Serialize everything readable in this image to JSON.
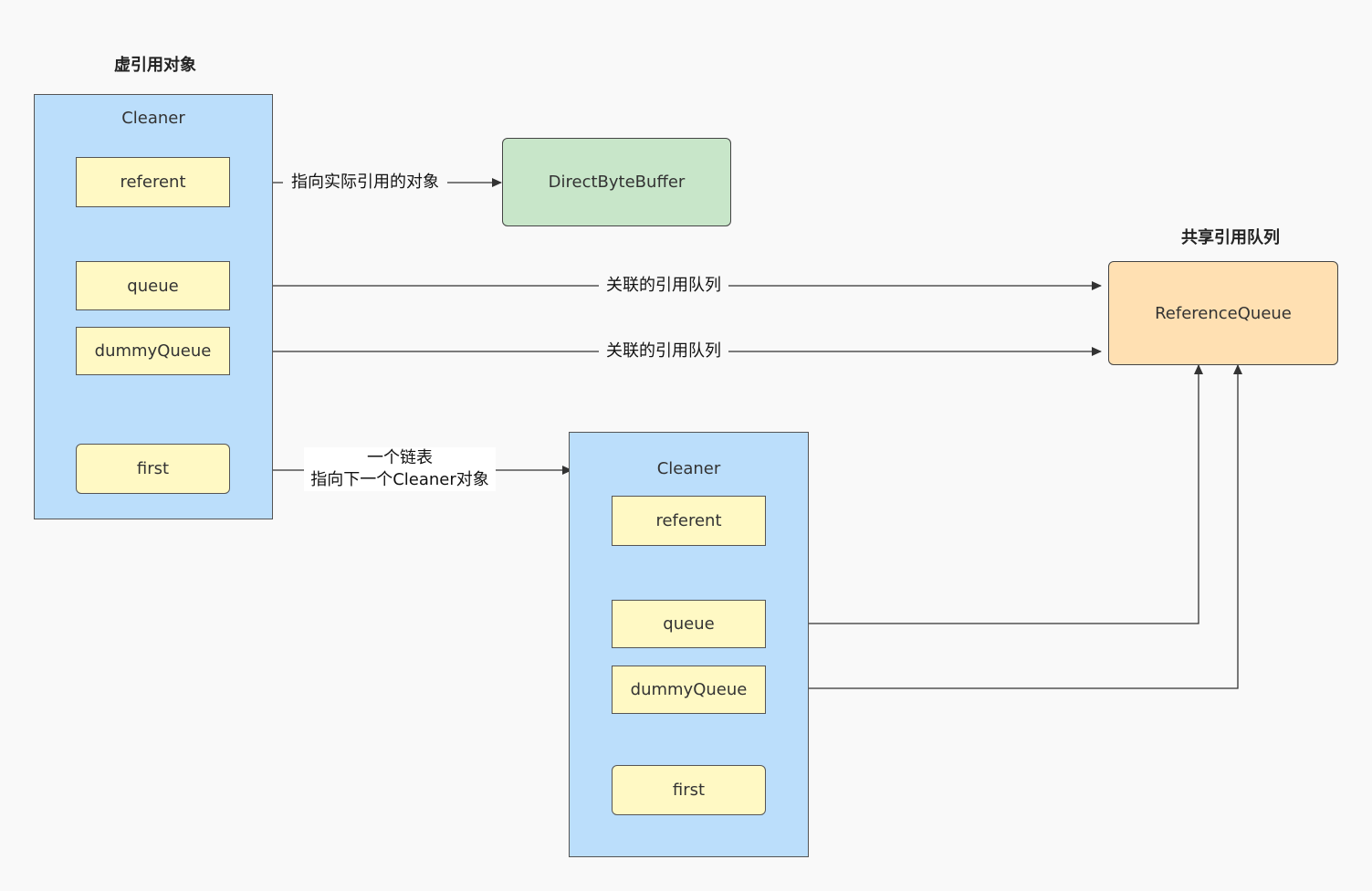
{
  "labels": {
    "phantom_ref": "虚引用对象",
    "shared_queue": "共享引用队列"
  },
  "cleaner1": {
    "title": "Cleaner",
    "fields": [
      "referent",
      "queue",
      "dummyQueue",
      "first"
    ]
  },
  "cleaner2": {
    "title": "Cleaner",
    "fields": [
      "referent",
      "queue",
      "dummyQueue",
      "first"
    ]
  },
  "nodes": {
    "direct_byte_buffer": "DirectByteBuffer",
    "reference_queue": "ReferenceQueue"
  },
  "edges": {
    "referent_label": "指向实际引用的对象",
    "queue_label": "关联的引用队列",
    "dummy_queue_label": "关联的引用队列",
    "first_label_line1": "一个链表",
    "first_label_line2": "指向下一个Cleaner对象"
  },
  "colors": {
    "container": "#bbdefb",
    "field": "#fff9c4",
    "direct_buffer": "#c8e6c9",
    "reference_queue": "#ffe0b2",
    "line": "#333333"
  }
}
